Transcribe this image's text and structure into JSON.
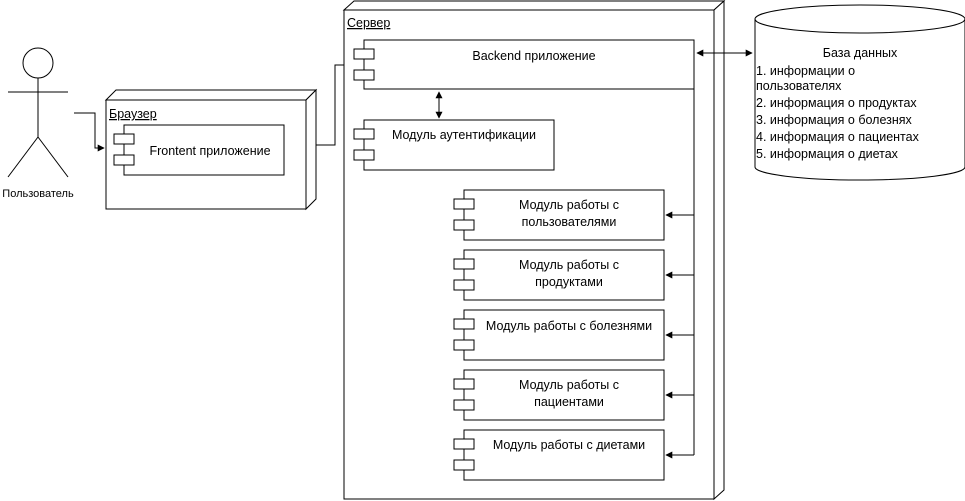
{
  "actor": {
    "label": "Пользователь"
  },
  "browser": {
    "title": "Браузер",
    "frontend_label": "Frontent приложение"
  },
  "server": {
    "title": "Сервер",
    "backend_label": "Backend приложение",
    "auth_label": "Модуль аутентификации",
    "modules": [
      {
        "line1": "Модуль работы с",
        "line2": "пользователями"
      },
      {
        "line1": "Модуль работы с",
        "line2": "продуктами"
      },
      {
        "line1": "Модуль работы с болезнями",
        "line2": ""
      },
      {
        "line1": "Модуль работы с",
        "line2": "пациентами"
      },
      {
        "line1": "Модуль работы с диетами",
        "line2": ""
      }
    ]
  },
  "database": {
    "title": "База данных",
    "lines": [
      "1. информации о",
      "пользователях",
      "2. информация о продуктах",
      "3. информация о болезнях",
      "4. информация о пациентах",
      "5. информация о диетах"
    ]
  },
  "colors": {
    "stroke": "#000000",
    "background": "#ffffff"
  }
}
